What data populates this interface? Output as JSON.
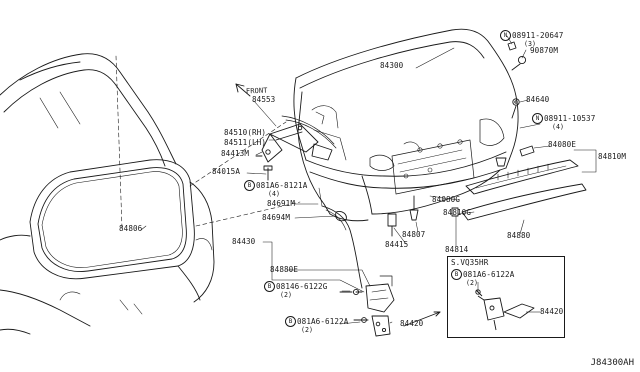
{
  "diagram": {
    "reference_code": "J84300AH",
    "front_arrow_label": "FRONT",
    "inset_title": "S.VQ35HR",
    "symbols": {
      "N": "N",
      "B": "B"
    },
    "labels": {
      "p84300": "84300",
      "p84553": "84553",
      "p84510": "84510(RH)",
      "p84511": "84511(LH)",
      "p84413M": "84413M",
      "p84015A": "84015A",
      "b081A6_8121A": "081A6-8121A",
      "b081A6_8121A_qty": "(4)",
      "p84691M": "84691M",
      "p84694M": "84694M",
      "p84430": "84430",
      "p84880E": "84880E",
      "b08146_6122G": "08146-6122G",
      "b08146_6122G_qty": "(2)",
      "b081A6_6122A": "081A6-6122A",
      "b081A6_6122A_qty": "(2)",
      "p84420": "84420",
      "p84806": "84806",
      "n08911_20647": "08911-20647",
      "n08911_20647_qty": "(3)",
      "p90870M": "90870M",
      "p84640": "84640",
      "n08911_10537": "08911-10537",
      "n08911_10537_qty": "(4)",
      "p84080E": "84080E",
      "p84810M": "84810M",
      "p84080G": "84080G",
      "p84810G": "84810G",
      "p84807": "84807",
      "p84415": "84415",
      "p84814": "84814",
      "p84880": "84880",
      "inset_b081A6_6122A": "081A6-6122A",
      "inset_b081A6_6122A_qty": "(2)",
      "inset_p84420": "84420"
    }
  }
}
